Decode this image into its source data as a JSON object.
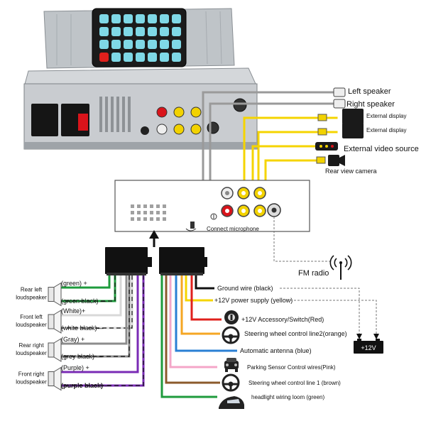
{
  "colors": {
    "green": "#1e9b3c",
    "white": "#d8d8d8",
    "gray": "#8c8c8c",
    "purple": "#7a2bb5",
    "black": "#111111",
    "yellow": "#f5d400",
    "red": "#e0201c",
    "orange": "#f5a623",
    "blue": "#2a7fd4",
    "pink": "#f4a6c8",
    "brown": "#8b5a2b",
    "rca_yellow": "#f2d200",
    "rca_red": "#d9141b"
  },
  "top_right_labels": {
    "left_speaker": "Left speaker",
    "right_speaker": "Right speaker",
    "external_display_1": "External display",
    "external_display_2": "External display",
    "external_video_source": "External video source",
    "rear_view_camera": "Rear view camera"
  },
  "center": {
    "connect_microphone": "Connect microphone",
    "fm_radio": "FM radio"
  },
  "speakers": [
    {
      "name": "Rear left loudspeaker",
      "line1": "Rear left",
      "line2": "loudspeaker",
      "pos_label": "(green) +",
      "neg_label": "(green black)  —",
      "color_key": "green"
    },
    {
      "name": "Front left loudspeaker",
      "line1": "Front left",
      "line2": "loudspeaker",
      "pos_label": "(White)+",
      "neg_label": "(white  black)—",
      "color_key": "white"
    },
    {
      "name": "Rear right loudspeaker",
      "line1": "Rear right",
      "line2": "loudspeaker",
      "pos_label": "(Gray)        +",
      "neg_label": "(grey black)  —",
      "color_key": "gray"
    },
    {
      "name": "Front right loudspeaker",
      "line1": "Front right",
      "line2": "loudspeaker",
      "pos_label": "(Purple)          +",
      "neg_label": "(purple black)  —",
      "color_key": "purple"
    }
  ],
  "power_wires": [
    {
      "label": "Ground wire (black)",
      "color_key": "black"
    },
    {
      "label": "+12V power supply (yellow)",
      "color_key": "yellow"
    },
    {
      "label": "+12V Accessory/Switch(Red)",
      "color_key": "red"
    },
    {
      "label": "Steering wheel control line2(orange)",
      "color_key": "orange"
    },
    {
      "label": "Automatic antenna (blue)",
      "color_key": "blue"
    },
    {
      "label": "Parking Sensor Control wires(Pink)",
      "color_key": "pink"
    },
    {
      "label": "Steering wheel control line 1 (brown)",
      "color_key": "brown"
    },
    {
      "label": "headlight wiring loom  (green)",
      "color_key": "green"
    }
  ],
  "battery": {
    "label": "+12V"
  },
  "icons": {
    "key": "key-icon",
    "steering_wheel": "steering-wheel-icon",
    "car_rear": "car-rear-icon",
    "car_headlight": "car-headlight-icon",
    "antenna": "antenna-signal-icon",
    "speaker": "speaker-icon",
    "display": "external-display-icon",
    "camera": "camera-icon",
    "video_source": "video-source-icon",
    "remote": "remote-control-icon",
    "head_unit": "head-unit-icon"
  }
}
